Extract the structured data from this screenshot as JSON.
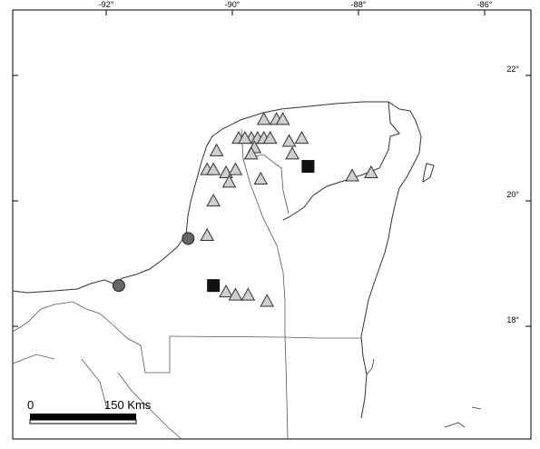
{
  "map": {
    "longitude_ticks": [
      {
        "label": "-92°",
        "lon": -92
      },
      {
        "label": "-90°",
        "lon": -90
      },
      {
        "label": "-88°",
        "lon": -88
      },
      {
        "label": "-86°",
        "lon": -86
      }
    ],
    "latitude_ticks": [
      {
        "label": "22°",
        "lat": 22
      },
      {
        "label": "20°",
        "lat": 20
      },
      {
        "label": "18°",
        "lat": 18
      }
    ],
    "scale_bar": {
      "start_label": "0",
      "end_label": "150 Kms",
      "distance_km": 150
    },
    "colors": {
      "triangle_fill": "#cfcfcf",
      "triangle_stroke": "#333333",
      "square_fill": "#111111",
      "circle_fill": "#666666",
      "coastline": "#333333",
      "border": "#555555"
    },
    "triangles": [
      {
        "lon": -89.5,
        "lat": 21.3
      },
      {
        "lon": -89.3,
        "lat": 21.3
      },
      {
        "lon": -89.2,
        "lat": 21.3
      },
      {
        "lon": -89.9,
        "lat": 21.0
      },
      {
        "lon": -89.7,
        "lat": 21.0
      },
      {
        "lon": -89.6,
        "lat": 21.0
      },
      {
        "lon": -89.5,
        "lat": 21.0
      },
      {
        "lon": -89.4,
        "lat": 21.0
      },
      {
        "lon": -89.1,
        "lat": 20.95
      },
      {
        "lon": -88.9,
        "lat": 21.0
      },
      {
        "lon": -89.8,
        "lat": 21.0
      },
      {
        "lon": -89.65,
        "lat": 20.85
      },
      {
        "lon": -89.7,
        "lat": 20.75
      },
      {
        "lon": -90.25,
        "lat": 20.8
      },
      {
        "lon": -89.05,
        "lat": 20.75
      },
      {
        "lon": -90.4,
        "lat": 20.5
      },
      {
        "lon": -90.3,
        "lat": 20.5
      },
      {
        "lon": -90.1,
        "lat": 20.45
      },
      {
        "lon": -89.95,
        "lat": 20.5
      },
      {
        "lon": -90.05,
        "lat": 20.3
      },
      {
        "lon": -89.55,
        "lat": 20.35
      },
      {
        "lon": -88.1,
        "lat": 20.4
      },
      {
        "lon": -87.8,
        "lat": 20.45
      },
      {
        "lon": -90.3,
        "lat": 20.0
      },
      {
        "lon": -90.4,
        "lat": 19.45
      },
      {
        "lon": -90.1,
        "lat": 18.55
      },
      {
        "lon": -89.95,
        "lat": 18.5
      },
      {
        "lon": -89.75,
        "lat": 18.5
      },
      {
        "lon": -89.45,
        "lat": 18.4
      }
    ],
    "squares": [
      {
        "lon": -88.8,
        "lat": 20.55
      },
      {
        "lon": -90.3,
        "lat": 18.65
      }
    ],
    "circles": [
      {
        "lon": -90.7,
        "lat": 19.4
      },
      {
        "lon": -91.8,
        "lat": 18.65
      }
    ]
  }
}
